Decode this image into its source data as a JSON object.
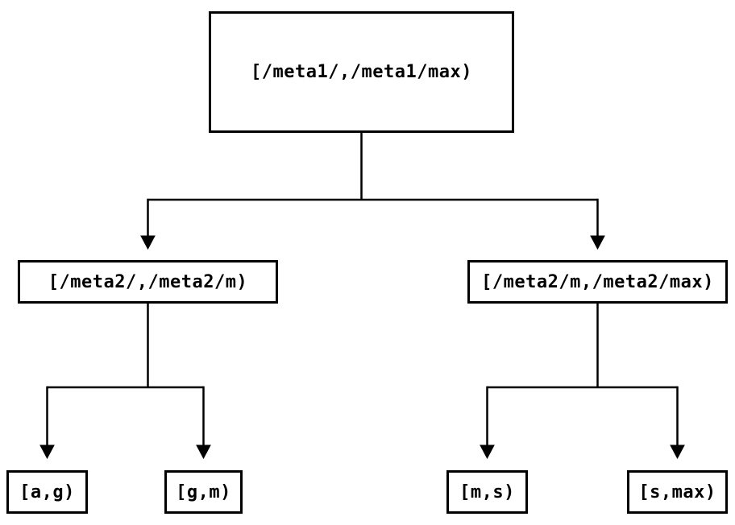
{
  "diagram": {
    "type": "tree",
    "background_color": "#ffffff",
    "stroke_color": "#000000",
    "nodes": {
      "root": {
        "label": "[/meta1/,/meta1/max)"
      },
      "meta2_left": {
        "label": "[/meta2/,/meta2/m)"
      },
      "meta2_right": {
        "label": "[/meta2/m,/meta2/max)"
      },
      "leaf_ag": {
        "label": "[a,g)"
      },
      "leaf_gm": {
        "label": "[g,m)"
      },
      "leaf_ms": {
        "label": "[m,s)"
      },
      "leaf_smax": {
        "label": "[s,max)"
      }
    },
    "edges": [
      {
        "from": "root",
        "to": "meta2_left"
      },
      {
        "from": "root",
        "to": "meta2_right"
      },
      {
        "from": "meta2_left",
        "to": "leaf_ag"
      },
      {
        "from": "meta2_left",
        "to": "leaf_gm"
      },
      {
        "from": "meta2_right",
        "to": "leaf_ms"
      },
      {
        "from": "meta2_right",
        "to": "leaf_smax"
      }
    ]
  }
}
